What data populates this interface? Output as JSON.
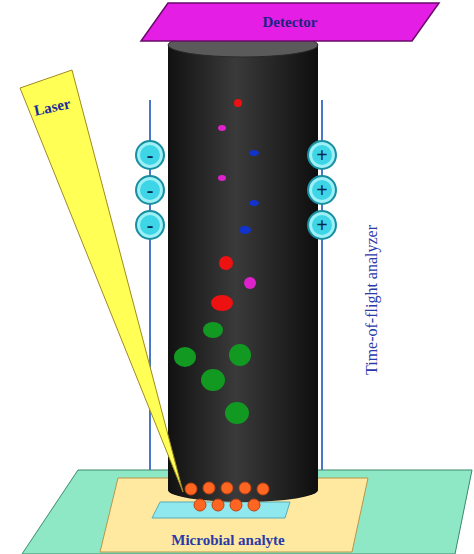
{
  "diagram": {
    "nodes": [
      {
        "text": [
          "Detector"
        ]
      },
      {
        "text": [
          "Laser"
        ]
      },
      {
        "text": [
          "Microbial analyte"
        ]
      },
      {
        "text": [
          "-"
        ]
      },
      {
        "text": [
          "-"
        ]
      },
      {
        "text": [
          "-"
        ]
      },
      {
        "text": [
          "+"
        ]
      },
      {
        "text": [
          "+"
        ]
      },
      {
        "text": [
          "+"
        ]
      }
    ],
    "labels": [
      "Time-of-flight analyzer"
    ]
  }
}
